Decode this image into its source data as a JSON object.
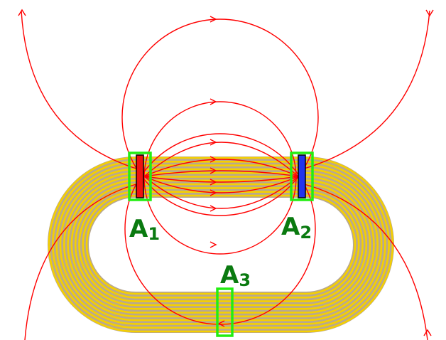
{
  "labels": [
    {
      "letter": "A",
      "subscript": "1"
    },
    {
      "letter": "A",
      "subscript": "2"
    },
    {
      "letter": "A",
      "subscript": "3"
    }
  ],
  "colors": {
    "field_lines": "#ff0000",
    "coil_yellow": "#f5d000",
    "coil_gray": "#b8a890",
    "highlight_box": "#22ee11",
    "pole_1": "#ee1111",
    "pole_2": "#2233ee",
    "label": "#0a7a10"
  }
}
